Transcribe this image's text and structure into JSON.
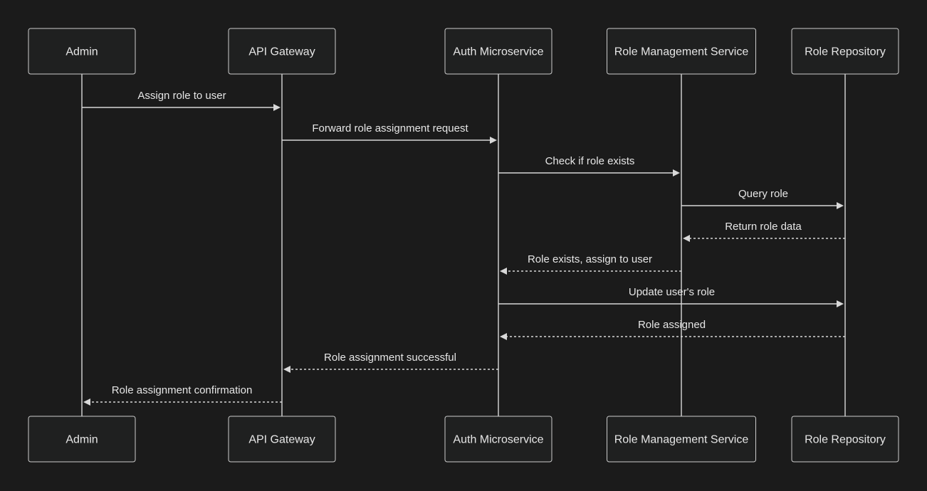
{
  "colors": {
    "background": "#1b1b1b",
    "box_fill": "#1f2020",
    "stroke": "#cccccc",
    "text": "#e6e6e6"
  },
  "participants": [
    {
      "id": "admin",
      "label": "Admin"
    },
    {
      "id": "gateway",
      "label": "API Gateway"
    },
    {
      "id": "auth",
      "label": "Auth Microservice"
    },
    {
      "id": "rolemgmt",
      "label": "Role Management Service"
    },
    {
      "id": "repo",
      "label": "Role Repository"
    }
  ],
  "messages": [
    {
      "from": "admin",
      "to": "gateway",
      "label": "Assign role to user",
      "style": "solid"
    },
    {
      "from": "gateway",
      "to": "auth",
      "label": "Forward role assignment request",
      "style": "solid"
    },
    {
      "from": "auth",
      "to": "rolemgmt",
      "label": "Check if role exists",
      "style": "solid"
    },
    {
      "from": "rolemgmt",
      "to": "repo",
      "label": "Query role",
      "style": "solid"
    },
    {
      "from": "repo",
      "to": "rolemgmt",
      "label": "Return role data",
      "style": "dashed"
    },
    {
      "from": "rolemgmt",
      "to": "auth",
      "label": "Role exists, assign to user",
      "style": "dashed"
    },
    {
      "from": "auth",
      "to": "repo",
      "label": "Update user's role",
      "style": "solid"
    },
    {
      "from": "repo",
      "to": "auth",
      "label": "Role assigned",
      "style": "dashed"
    },
    {
      "from": "auth",
      "to": "gateway",
      "label": "Role assignment successful",
      "style": "dashed"
    },
    {
      "from": "gateway",
      "to": "admin",
      "label": "Role assignment confirmation",
      "style": "dashed"
    }
  ]
}
